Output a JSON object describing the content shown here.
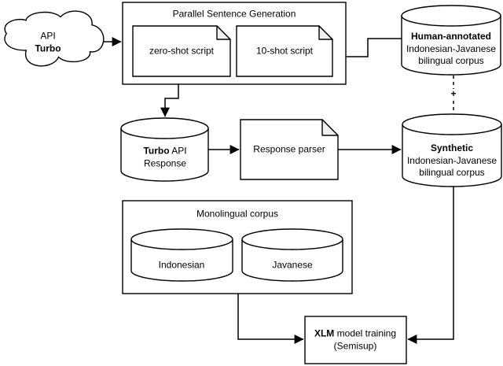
{
  "colors": {
    "stroke": "#000000",
    "shape_fill": "#ffffff",
    "fold_fill": "#f0f0f0"
  },
  "diagram": {
    "cloud": {
      "line1": "API",
      "line2": "Turbo"
    },
    "psg_box": {
      "title": "Parallel Sentence Generation"
    },
    "zero_shot_doc": {
      "label": "zero-shot script"
    },
    "ten_shot_doc": {
      "label": "10-shot script"
    },
    "human_cylinder": {
      "line1": "Human-annotated",
      "line2": "Indonesian-Javanese",
      "line3": "bilingual corpus"
    },
    "plus_label": "+",
    "turbo_cylinder": {
      "bold": "Turbo",
      "rest": " API",
      "line2": "Response"
    },
    "parser_doc": {
      "label": "Response parser"
    },
    "synthetic_cylinder": {
      "line1": "Synthetic",
      "line2": "Indonesian-Javanese",
      "line3": "bilingual corpus"
    },
    "mono_box": {
      "title": "Monolingual corpus"
    },
    "indonesian_cylinder": {
      "label": "Indonesian"
    },
    "javanese_cylinder": {
      "label": "Javanese"
    },
    "xlm_box": {
      "bold": "XLM",
      "rest": " model training",
      "line2": "(Semisup)"
    }
  }
}
